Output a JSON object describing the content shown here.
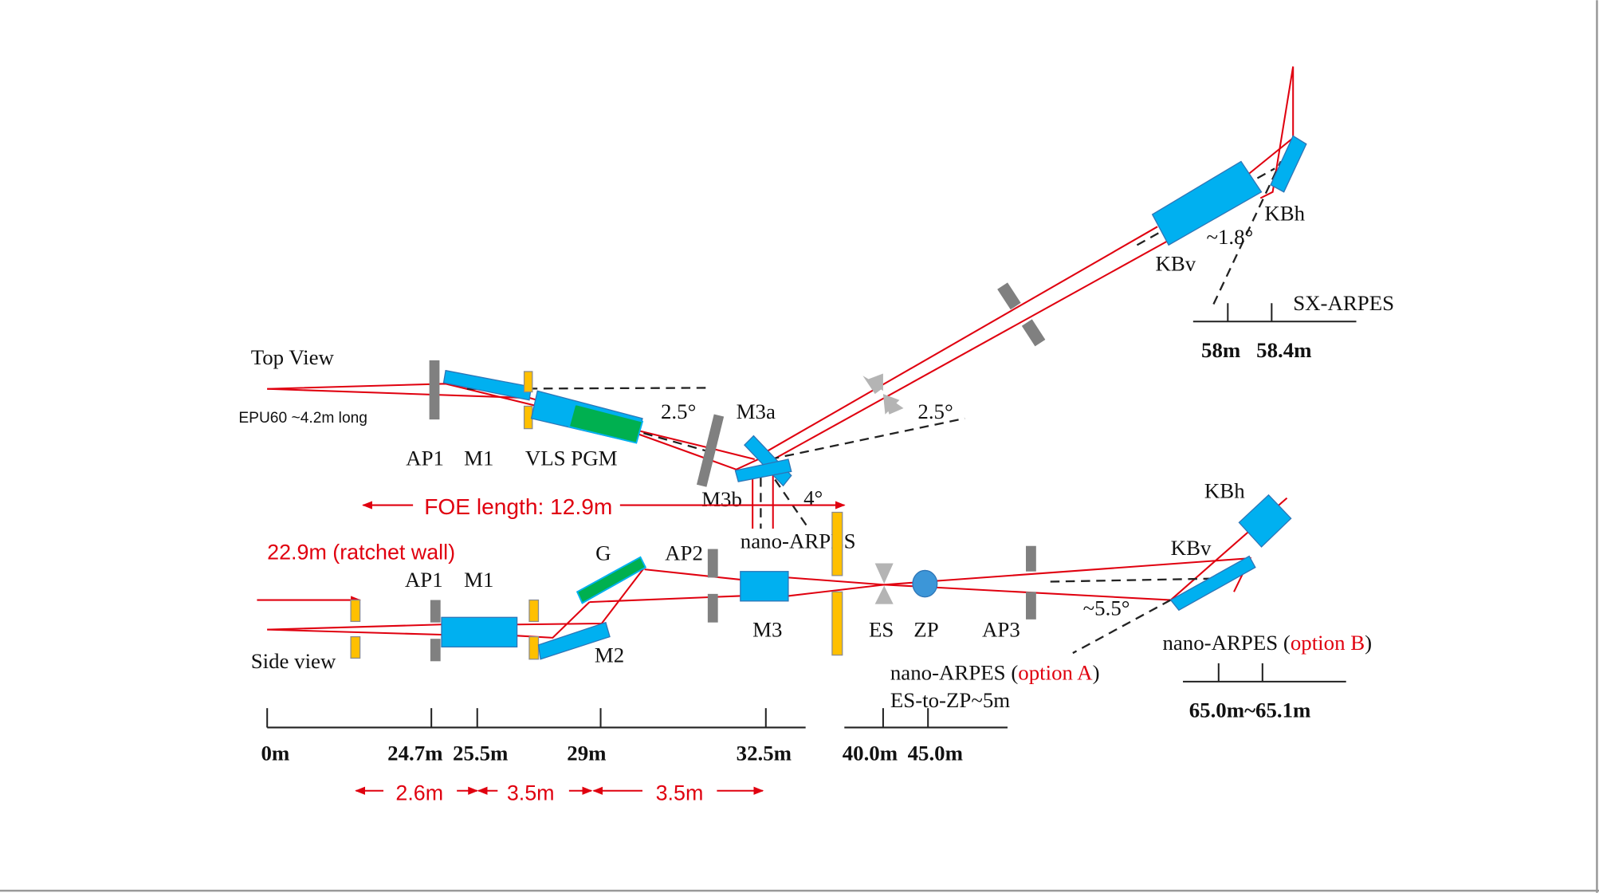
{
  "top_view": {
    "title": "Top View",
    "source": "EPU60 ~4.2m long",
    "labels": {
      "ap1": "AP1",
      "m1": "M1",
      "vls_pgm": "VLS PGM",
      "m3a": "M3a",
      "m3b": "M3b",
      "nano_arpes": "nano-ARPES",
      "kbh": "KBh",
      "kbv": "KBv",
      "sx_arpes": "SX-ARPES"
    },
    "angles": {
      "pgm": "2.5°",
      "m3": "4°",
      "branch": "2.5°",
      "kb": "~1.8°"
    },
    "scale": {
      "ticks": [
        "58m",
        "58.4m"
      ]
    }
  },
  "foe": {
    "label": "FOE length: 12.9m"
  },
  "side_view": {
    "title": "Side view",
    "ratchet": "22.9m (ratchet wall)",
    "labels": {
      "ap1": "AP1",
      "m1": "M1",
      "g": "G",
      "ap2": "AP2",
      "m2": "M2",
      "m3": "M3",
      "es": "ES",
      "zp": "ZP",
      "ap3": "AP3",
      "kbh": "KBh",
      "kbv": "KBv"
    },
    "angle_kb": "~5.5°",
    "option_a": {
      "prefix": "nano-ARPES (",
      "option": "option A",
      "suffix": ")",
      "note": "ES-to-ZP~5m"
    },
    "option_b": {
      "prefix": "nano-ARPES (",
      "option": "option B",
      "suffix": ")"
    },
    "scale_main": [
      "0m",
      "24.7m",
      "25.5m",
      "29m",
      "32.5m"
    ],
    "scale_es": [
      "40.0m",
      "45.0m"
    ],
    "scale_b": "65.0m~65.1m",
    "distances": [
      "2.6m",
      "3.5m",
      "3.5m"
    ]
  },
  "colors": {
    "beam": "#e0000f",
    "mirror": "#00b0f0",
    "grating": "#00b050",
    "slit": "#ffc000",
    "aperture": "#808080",
    "zone_plate": "#3c96d8"
  }
}
